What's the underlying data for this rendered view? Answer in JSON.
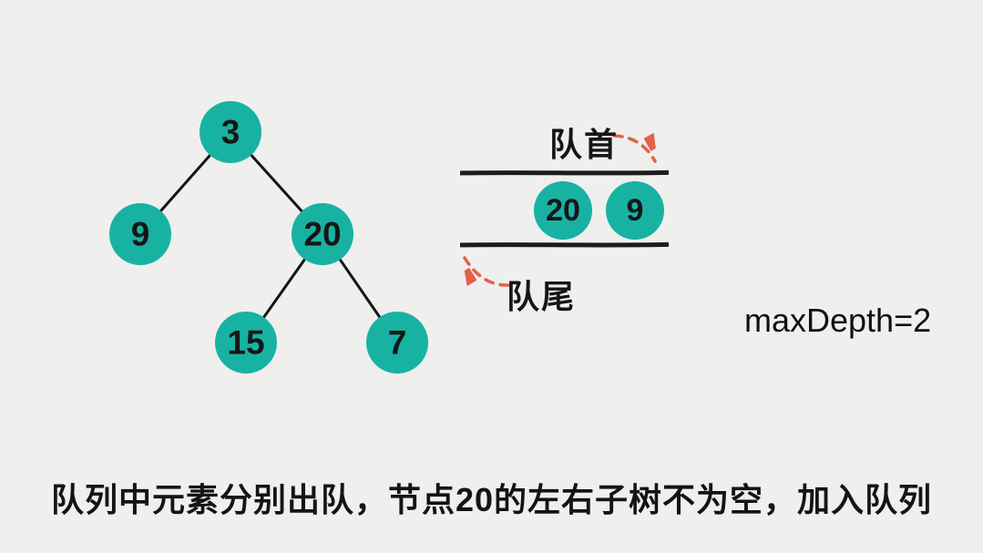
{
  "colors": {
    "background": "#efefee",
    "node_fill": "#18b2a3",
    "ink": "#161616",
    "arrow": "#e2604c"
  },
  "tree": {
    "nodes": [
      {
        "label": "3"
      },
      {
        "label": "9"
      },
      {
        "label": "20"
      },
      {
        "label": "15"
      },
      {
        "label": "7"
      }
    ],
    "edges": [
      "3-9",
      "3-20",
      "20-15",
      "20-7"
    ]
  },
  "queue": {
    "front_label": "队首",
    "rear_label": "队尾",
    "items": [
      {
        "label": "20"
      },
      {
        "label": "9"
      }
    ]
  },
  "result": {
    "text": "maxDepth=2"
  },
  "caption": {
    "text": "队列中元素分别出队，节点20的左右子树不为空，加入队列"
  }
}
